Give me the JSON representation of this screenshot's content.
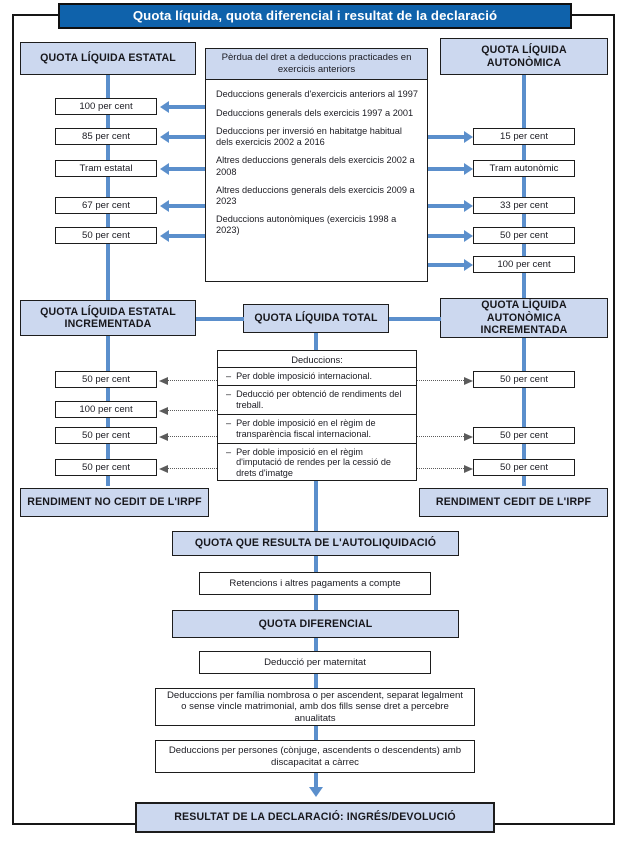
{
  "title": "Quota líquida, quota diferencial i resultat de la declaració",
  "colors": {
    "banner_blue": "#0f62ab",
    "box_light_blue": "#ccd8ef",
    "connector_blue": "#5b8fcc",
    "dotted_grey": "#5b5b5b",
    "frame_black": "#161616"
  },
  "columns": {
    "state": {
      "header": "QUOTA LÍQUIDA ESTATAL",
      "chips": [
        "100 per cent",
        "85 per cent",
        "Tram estatal",
        "67 per cent",
        "50 per cent"
      ],
      "incremented": "QUOTA LÍQUIDA ESTATAL INCREMENTADA",
      "deduction_chips": [
        "50 per cent",
        "100 per cent",
        "50 per cent",
        "50 per cent"
      ],
      "rendiment": "RENDIMENT NO CEDIT DE L'IRPF"
    },
    "autonomous": {
      "header": "QUOTA LÍQUIDA AUTONÒMICA",
      "chips": [
        "15 per cent",
        "Tram autonòmic",
        "33 per cent",
        "50 per cent",
        "100 per cent"
      ],
      "incremented": "QUOTA LÍQUIDA AUTONÒMICA INCREMENTADA",
      "deduction_chips": [
        "50 per cent",
        "50 per cent",
        "50 per cent"
      ],
      "rendiment": "RENDIMENT CEDIT DE L'IRPF"
    }
  },
  "loss_panel": {
    "header": "Pèrdua del dret a deduccions practicades en exercicis anteriors",
    "items": [
      "Deduccions generals d'exercicis anteriors al 1997",
      "Deduccions generals dels exercicis 1997 a 2001",
      "Deduccions per inversió en habitatge habitual dels exercicis 2002 a 2016",
      "Altres deduccions generals dels exercicis 2002 a 2008",
      "Altres deduccions generals dels exercicis 2009 a 2023",
      "Deduccions autonòmiques (exercicis 1998 a 2023)"
    ]
  },
  "total_box": "QUOTA LÍQUIDA TOTAL",
  "deductions_panel": {
    "header": "Deduccions:",
    "dash": "–",
    "items": [
      "Per doble imposició internacional.",
      "Deducció per obtenció de rendiments del treball.",
      "Per doble imposició en el règim de transparència fiscal internacional.",
      "Per doble imposició en el règim d'imputació de rendes per la cessió de drets d'imatge"
    ]
  },
  "flow": {
    "autoliquidacio": "QUOTA QUE RESULTA DE L'AUTOLIQUIDACIÓ",
    "retencions": "Retencions i altres pagaments a compte",
    "diferencial": "QUOTA DIFERENCIAL",
    "maternitat": "Deducció per maternitat",
    "familia": "Deduccions per família nombrosa o per ascendent, separat legalment o sense vincle matrimonial, amb dos fills sense dret a percebre anualitats",
    "discapacitat": "Deduccions per persones (cònjuge, ascendents o descendents) amb discapacitat a càrrec",
    "resultat": "RESULTAT DE LA DECLARACIÓ: INGRÉS/DEVOLUCIÓ"
  }
}
